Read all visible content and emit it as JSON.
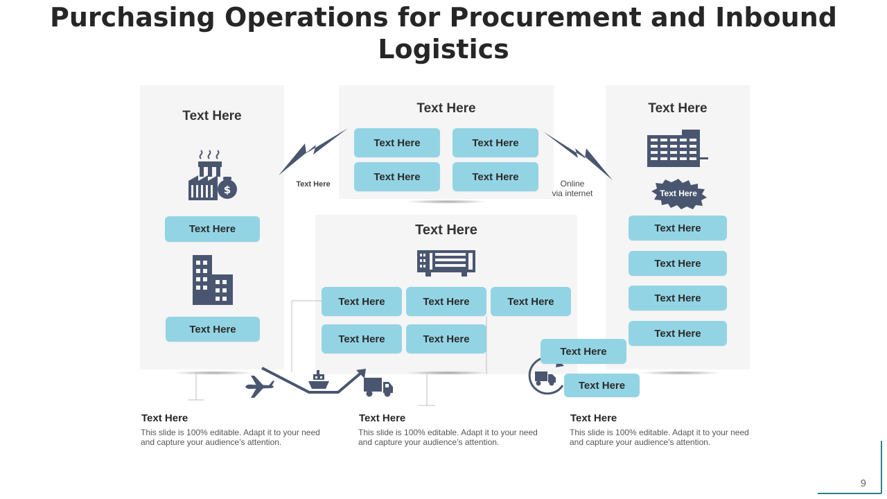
{
  "title": "Purchasing Operations for Procurement and Inbound Logistics",
  "panels": {
    "left": {
      "title": "Text Here",
      "pill1": "Text Here",
      "pill2": "Text Here"
    },
    "top_center": {
      "title": "Text Here",
      "pills": [
        "Text Here",
        "Text Here",
        "Text Here",
        "Text Here"
      ]
    },
    "right": {
      "title": "Text Here",
      "badge": "Text Here",
      "pills": [
        "Text Here",
        "Text Here",
        "Text Here",
        "Text Here"
      ]
    },
    "center": {
      "title": "Text Here",
      "pills": [
        "Text Here",
        "Text Here",
        "Text Here",
        "Text Here",
        "Text Here"
      ]
    }
  },
  "connectors": {
    "left_label": "Text Here",
    "right_label_line1": "Online",
    "right_label_line2": "via internet"
  },
  "transport": {
    "pill1": "Text Here",
    "pill2": "Text Here"
  },
  "footer": [
    {
      "title": "Text Here",
      "desc": "This slide is 100% editable. Adapt it to your need and capture your audience’s attention."
    },
    {
      "title": "Text Here",
      "desc": "This slide is 100% editable. Adapt it to your need and capture your audience’s attention."
    },
    {
      "title": "Text Here",
      "desc": "This slide is 100% editable. Adapt it to your need and capture your audience’s attention."
    }
  ],
  "page_number": "9",
  "colors": {
    "pill": "#93d4e4",
    "icon": "#4a5670",
    "panel": "#f5f5f5",
    "accent_line": "#2e7f8c"
  },
  "icons": [
    "factory-money-icon",
    "office-building-icon",
    "warehouse-icon",
    "city-building-icon",
    "lightning-icon",
    "airplane-icon",
    "ship-icon",
    "truck-icon",
    "cycle-truck-icon"
  ]
}
